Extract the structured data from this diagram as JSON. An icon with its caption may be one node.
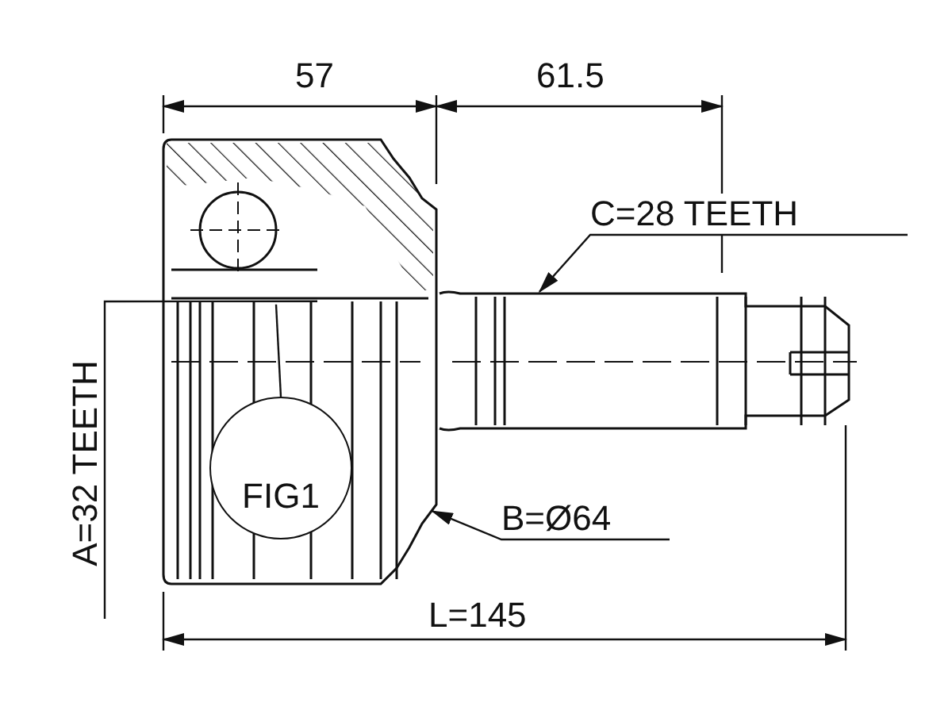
{
  "diagram": {
    "nodes": [
      {
        "text": [
          "C=28 TEETH"
        ]
      },
      {
        "text": [
          "B=Ø64"
        ]
      },
      {
        "text": [
          "A=32 TEETH"
        ]
      },
      {
        "text": [
          "FIG1"
        ],
        "in": 5
      },
      {
        "text": [],
        "shape": "bar"
      },
      {
        "text": [],
        "shape": "picture"
      }
    ],
    "edges": [
      {
        "from": 0,
        "to": 4,
        "arrow": "to"
      },
      {
        "from": 1,
        "to": 5,
        "arrow": "to"
      },
      {
        "from": 2,
        "to": 5,
        "arrow": "none"
      },
      {
        "from": 3,
        "to": 5,
        "arrow": "none"
      }
    ],
    "labels": [
      "57",
      "61.5",
      "L=145"
    ]
  }
}
